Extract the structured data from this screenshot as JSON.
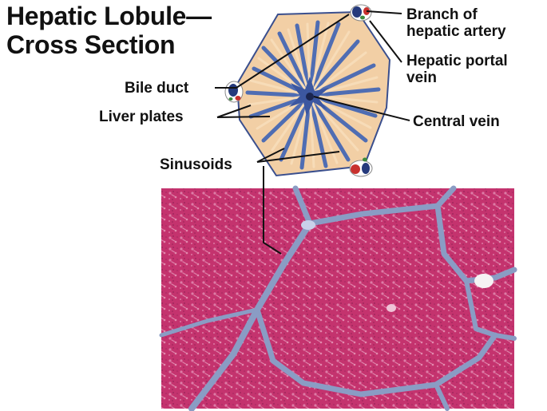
{
  "title": {
    "line1": "Hepatic Lobule—",
    "line2": "Cross Section"
  },
  "labels": {
    "branch_line1": "Branch of",
    "branch_line2": "hepatic artery",
    "portal_line1": "Hepatic portal",
    "portal_line2": "vein",
    "bile_duct": "Bile duct",
    "liver_plates": "Liver plates",
    "central_vein": "Central vein",
    "sinusoids": "Sinusoids"
  },
  "colors": {
    "plate": "#f5d1a8",
    "vessel_blue": "#4f6db3",
    "vessel_dark": "#1f2f66",
    "artery_red": "#c8312e",
    "duct_green": "#3d8a3d",
    "tissue": "#c2336e",
    "septum": "#8a9cc4"
  }
}
